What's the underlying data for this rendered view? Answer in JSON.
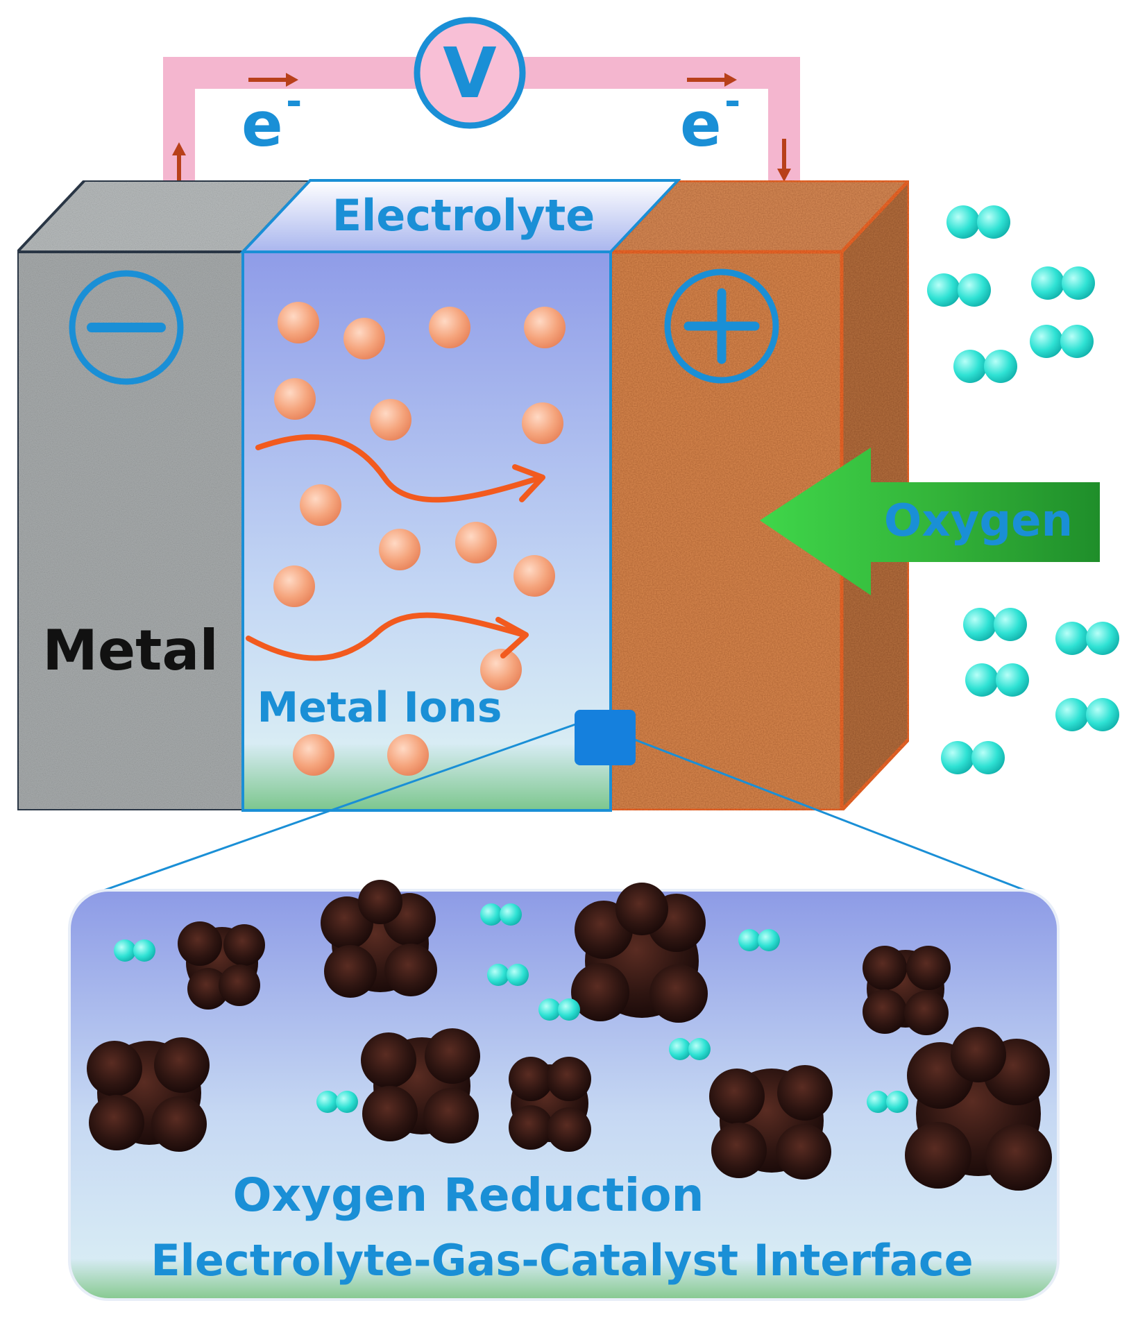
{
  "labels": {
    "voltmeter": "V",
    "electron_left": "e",
    "electron_right": "e",
    "electron_superscript": "-",
    "electrolyte": "Electrolyte",
    "negative_sign": "−",
    "positive_sign": "+",
    "metal": "Metal",
    "metal_ions": "Metal Ions",
    "oxygen": "Oxygen",
    "zoom_line1": "Oxygen Reduction",
    "zoom_line2": "Electrolyte-Gas-Catalyst Interface"
  },
  "colors": {
    "wire": "#f4b6cf",
    "label_blue": "#1a8fd6",
    "electron_arrow": "#b8401a",
    "metal_face": "#a8acad",
    "metal_edge": "#2d3a4a",
    "electrolyte_top": "#8f9ce8",
    "electrolyte_bottom": "#cfe6f4",
    "cathode_face": "#d9884e",
    "cathode_edge": "#f26b2a",
    "ion": "#f4a27a",
    "ion_flow_arrow": "#f25a1e",
    "oxygen_molecule": "#2ee0d2",
    "oxygen_arrow": "#2fbf3a",
    "zoom_marker": "#1580dd",
    "catalyst": "#2a1411"
  }
}
